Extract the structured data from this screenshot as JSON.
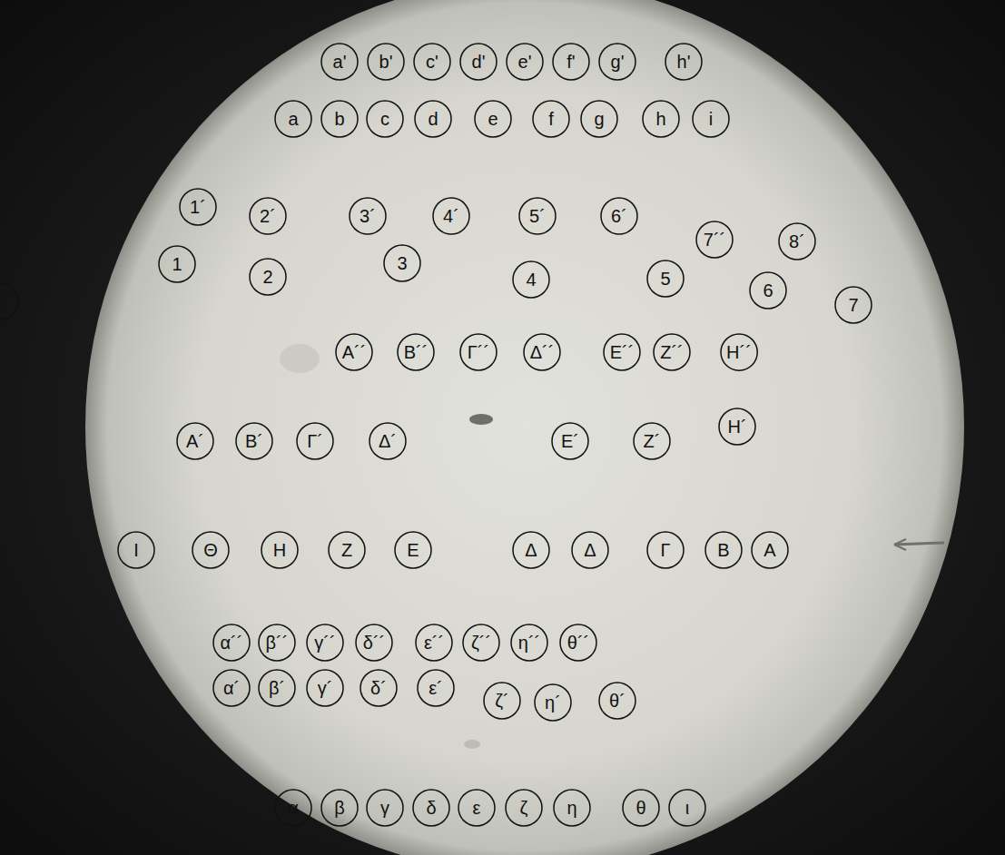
{
  "diagram": {
    "nodes": [
      {
        "text": [
          "a'"
        ]
      },
      {
        "text": [
          "b'"
        ]
      },
      {
        "text": [
          "c'"
        ]
      },
      {
        "text": [
          "d'"
        ]
      },
      {
        "text": [
          "e'"
        ]
      },
      {
        "text": [
          "f'"
        ]
      },
      {
        "text": [
          "g'"
        ]
      },
      {
        "text": [
          "h'"
        ]
      },
      {
        "text": [
          "a"
        ]
      },
      {
        "text": [
          "b"
        ]
      },
      {
        "text": [
          "c"
        ]
      },
      {
        "text": [
          "d"
        ]
      },
      {
        "text": [
          "e"
        ]
      },
      {
        "text": [
          "f"
        ]
      },
      {
        "text": [
          "g"
        ]
      },
      {
        "text": [
          "h"
        ]
      },
      {
        "text": [
          "i"
        ]
      },
      {
        "text": [
          "1´"
        ]
      },
      {
        "text": [
          "2´"
        ]
      },
      {
        "text": [
          "3´"
        ]
      },
      {
        "text": [
          "4´"
        ]
      },
      {
        "text": [
          "5´"
        ]
      },
      {
        "text": [
          "6´"
        ]
      },
      {
        "text": [
          "7´´"
        ]
      },
      {
        "text": [
          "8´"
        ]
      },
      {
        "text": [
          "1"
        ]
      },
      {
        "text": [
          "2"
        ]
      },
      {
        "text": [
          "3"
        ]
      },
      {
        "text": [
          "4"
        ]
      },
      {
        "text": [
          "5"
        ]
      },
      {
        "text": [
          "6"
        ]
      },
      {
        "text": [
          "7"
        ]
      },
      {
        "text": [
          "Α´´"
        ]
      },
      {
        "text": [
          "Β´´"
        ]
      },
      {
        "text": [
          "Γ´´"
        ]
      },
      {
        "text": [
          "Δ´´"
        ]
      },
      {
        "text": [
          "Ε´´"
        ]
      },
      {
        "text": [
          "Ζ´´"
        ]
      },
      {
        "text": [
          "Η´´"
        ]
      },
      {
        "text": [
          "Α´"
        ]
      },
      {
        "text": [
          "Β´"
        ]
      },
      {
        "text": [
          "Γ´"
        ]
      },
      {
        "text": [
          "Δ´"
        ]
      },
      {
        "text": [
          "Ε´"
        ]
      },
      {
        "text": [
          "Ζ´"
        ]
      },
      {
        "text": [
          "Η´"
        ]
      },
      {
        "text": [
          "Ι"
        ]
      },
      {
        "text": [
          "Θ"
        ]
      },
      {
        "text": [
          "Η"
        ]
      },
      {
        "text": [
          "Ζ"
        ]
      },
      {
        "text": [
          "Ε"
        ]
      },
      {
        "text": [
          "Δ"
        ]
      },
      {
        "text": [
          "Δ"
        ]
      },
      {
        "text": [
          "Γ"
        ]
      },
      {
        "text": [
          "Β"
        ]
      },
      {
        "text": [
          "Α"
        ]
      },
      {
        "text": [
          "α´´"
        ]
      },
      {
        "text": [
          "β´´"
        ]
      },
      {
        "text": [
          "γ´´"
        ]
      },
      {
        "text": [
          "δ´´"
        ]
      },
      {
        "text": [
          "ε´´"
        ]
      },
      {
        "text": [
          "ζ´´"
        ]
      },
      {
        "text": [
          "η´´"
        ]
      },
      {
        "text": [
          "θ´´"
        ]
      },
      {
        "text": [
          "α´"
        ]
      },
      {
        "text": [
          "β´"
        ]
      },
      {
        "text": [
          "γ´"
        ]
      },
      {
        "text": [
          "δ´"
        ]
      },
      {
        "text": [
          "ε´"
        ]
      },
      {
        "text": [
          "ζ´"
        ]
      },
      {
        "text": [
          "η´"
        ]
      },
      {
        "text": [
          "θ´"
        ]
      },
      {
        "text": [
          "α"
        ]
      },
      {
        "text": [
          "β"
        ]
      },
      {
        "text": [
          "γ"
        ]
      },
      {
        "text": [
          "δ"
        ]
      },
      {
        "text": [
          "ε"
        ]
      },
      {
        "text": [
          "ζ"
        ]
      },
      {
        "text": [
          "η"
        ]
      },
      {
        "text": [
          "θ"
        ]
      },
      {
        "text": [
          "ι"
        ]
      }
    ]
  }
}
